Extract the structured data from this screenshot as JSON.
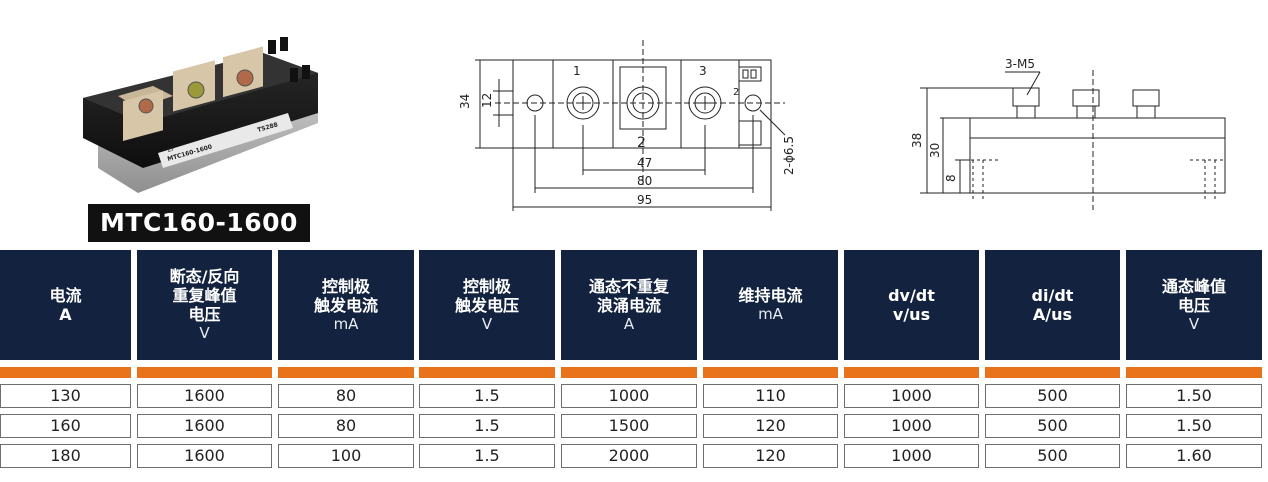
{
  "product": {
    "model": "MTC160-1600",
    "label_line": "MTC160-1600",
    "label_code": "TS288",
    "logo_text": "ZF"
  },
  "top_view": {
    "terminals": [
      "1",
      "2",
      "3"
    ],
    "dim_height": "34",
    "dim_mid": "12",
    "dim_47": "47",
    "dim_80": "80",
    "dim_95": "95",
    "hole_spec": "2-ϕ6.5",
    "right_mark": "2"
  },
  "side_view": {
    "screw_spec": "3-M5",
    "dim_38": "38",
    "dim_30": "30",
    "dim_8": "8"
  },
  "table": {
    "headers": [
      {
        "lines": [
          "电流"
        ],
        "unit": "A",
        "unit_bold": true
      },
      {
        "lines": [
          "断态/反向",
          "重复峰值",
          "电压"
        ],
        "unit": "V"
      },
      {
        "lines": [
          "控制极",
          "触发电流"
        ],
        "unit": "mA"
      },
      {
        "lines": [
          "控制极",
          "触发电压"
        ],
        "unit": "V"
      },
      {
        "lines": [
          "通态不重复",
          "浪涌电流"
        ],
        "unit": "A"
      },
      {
        "lines": [
          "维持电流"
        ],
        "unit": "mA"
      },
      {
        "lines": [
          "dv/dt"
        ],
        "unit": "v/us",
        "unit_bold": true
      },
      {
        "lines": [
          "di/dt"
        ],
        "unit": "A/us",
        "unit_bold": true
      },
      {
        "lines": [
          "通态峰值",
          "电压"
        ],
        "unit": "V"
      }
    ],
    "rows": [
      [
        "130",
        "1600",
        "80",
        "1.5",
        "1000",
        "110",
        "1000",
        "500",
        "1.50"
      ],
      [
        "160",
        "1600",
        "80",
        "1.5",
        "1500",
        "120",
        "1000",
        "500",
        "1.50"
      ],
      [
        "180",
        "1600",
        "100",
        "1.5",
        "2000",
        "120",
        "1000",
        "500",
        "1.60"
      ]
    ],
    "colors": {
      "header_bg": "#13233f",
      "stripe": "#e8731a"
    }
  }
}
